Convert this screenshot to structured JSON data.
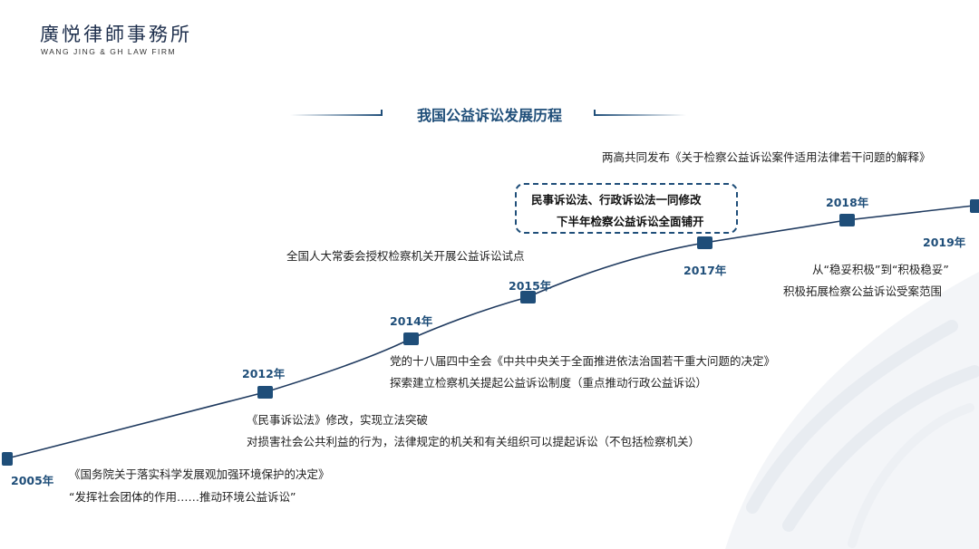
{
  "header": {
    "firm_name_cn": "廣悦律師事務所",
    "firm_name_en": "WANG JING & GH LAW FIRM"
  },
  "title": "我国公益诉讼发展历程",
  "milestones": [
    {
      "year": "2005年",
      "lines": [
        "《国务院关于落实科学发展观加强环境保护的决定》",
        "“发挥社会团体的作用……推动环境公益诉讼”"
      ]
    },
    {
      "year": "2012年",
      "lines": [
        "《民事诉讼法》修改，实现立法突破",
        "对损害社会公共利益的行为，法律规定的机关和有关组织可以提起诉讼（不包括检察机关）"
      ]
    },
    {
      "year": "2014年",
      "lines": [
        "党的十八届四中全会《中共中央关于全面推进依法治国若干重大问题的决定》",
        "探索建立检察机关提起公益诉讼制度（重点推动行政公益诉讼）"
      ]
    },
    {
      "year": "2015年",
      "lines": [
        "全国人大常委会授权检察机关开展公益诉讼试点"
      ]
    },
    {
      "year": "2017年",
      "lines": [
        "民事诉讼法、行政诉讼法一同修改",
        "下半年检察公益诉讼全面铺开"
      ]
    },
    {
      "year": "2018年",
      "lines": [
        "两高共同发布《关于检察公益诉讼案件适用法律若干问题的解释》"
      ]
    },
    {
      "year": "2019年",
      "lines": [
        "从“稳妥积极”到“积极稳妥”",
        "积极拓展检察公益诉讼受案范围"
      ]
    }
  ],
  "colors": {
    "accent": "#1f4e79",
    "text": "#222222"
  }
}
